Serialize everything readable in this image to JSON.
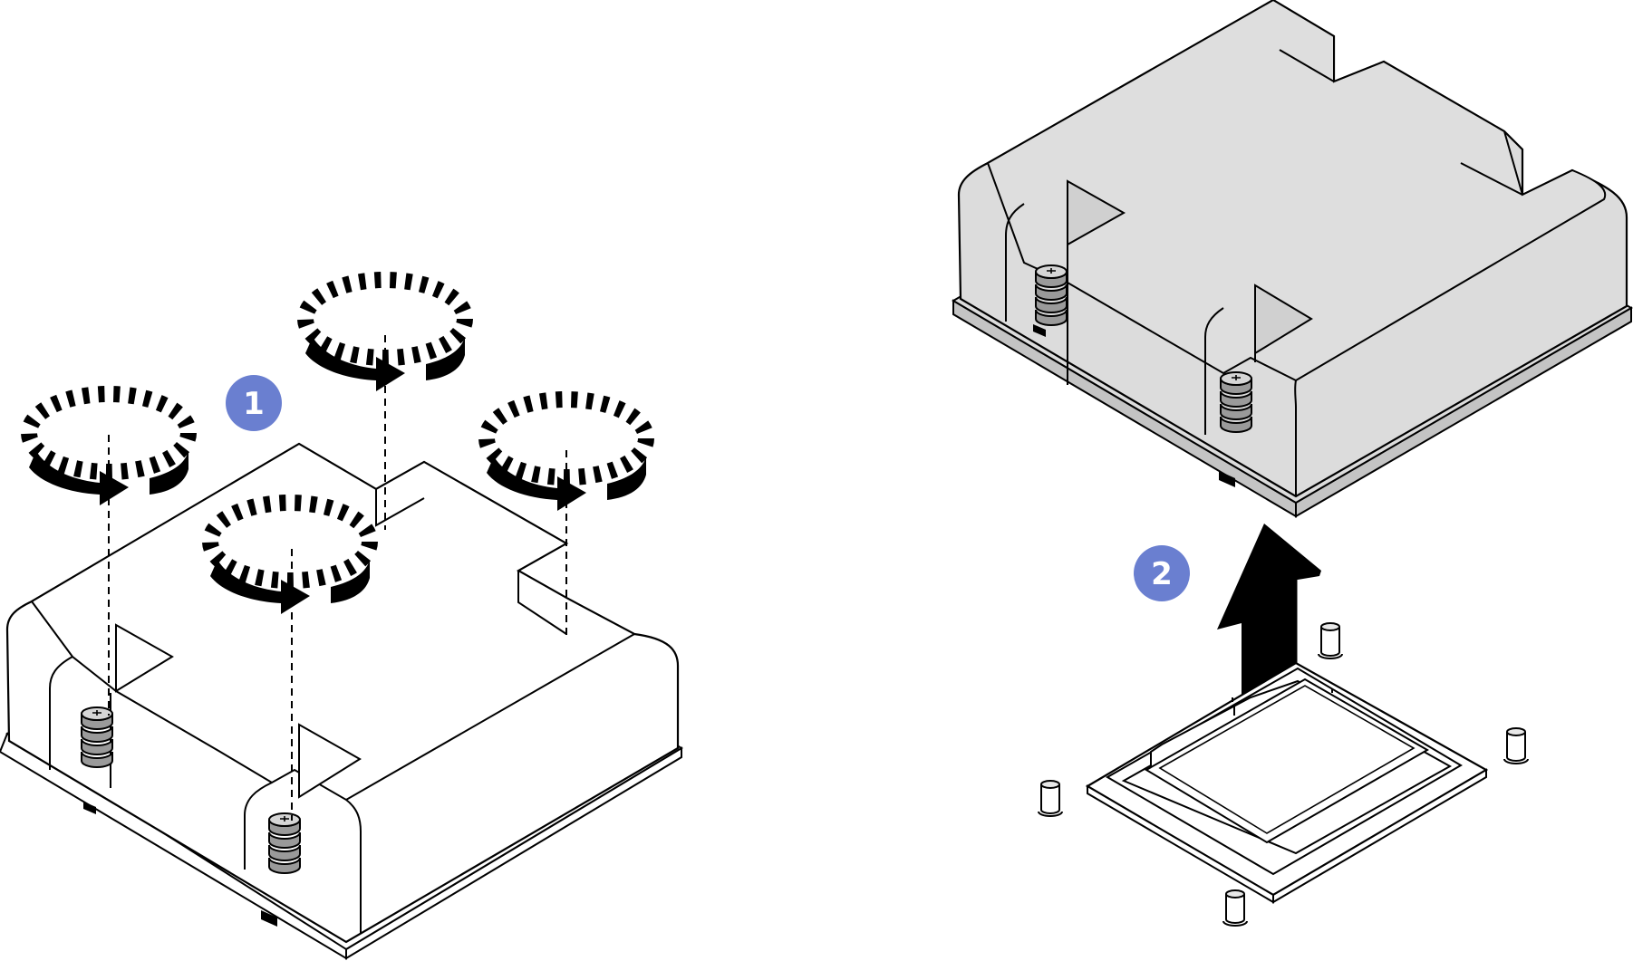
{
  "figure": {
    "steps": [
      {
        "number": "1",
        "action": "loosen-captive-screws"
      },
      {
        "number": "2",
        "action": "lift-heat-sink"
      }
    ],
    "colors": {
      "badge": "#6a7fd0",
      "badge_text": "#ffffff",
      "outline": "#000000",
      "heatsink_fill_step1": "#ffffff",
      "heatsink_fill_step2": "#dcdcdc",
      "side_fill_step2": "#c4c4c4",
      "screw_fill": "#bdbdbd"
    },
    "icons": [
      "rotation-arrow-icon",
      "lift-arrow-icon",
      "captive-screw-icon",
      "guide-pin-icon"
    ]
  }
}
